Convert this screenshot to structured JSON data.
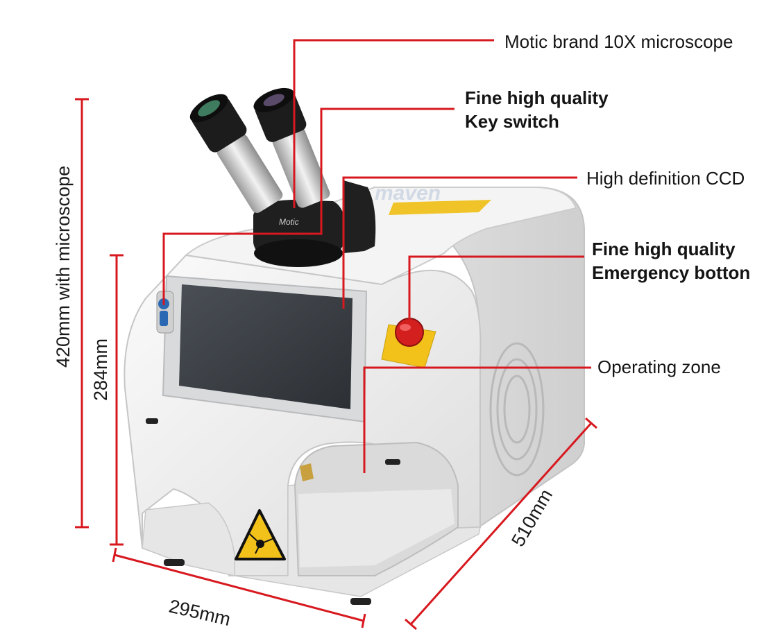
{
  "callouts": {
    "microscope": "Motic brand 10X microscope",
    "key_switch_1": "Fine high quality",
    "key_switch_2": "Key switch",
    "ccd": "High definition CCD",
    "emergency_1": "Fine high quality",
    "emergency_2": "Emergency botton",
    "operating_zone": "Operating zone"
  },
  "dimensions": {
    "height_total": "420mm with microscope",
    "height_body": "284mm",
    "width": "295mm",
    "depth": "510mm"
  },
  "product": {
    "brand_watermark": "maven",
    "microscope_brand": "Motic"
  },
  "colors": {
    "accent": "#d7191f",
    "body": "#eeeeee",
    "screen": "#3c4146",
    "warning": "#f2c21b"
  }
}
